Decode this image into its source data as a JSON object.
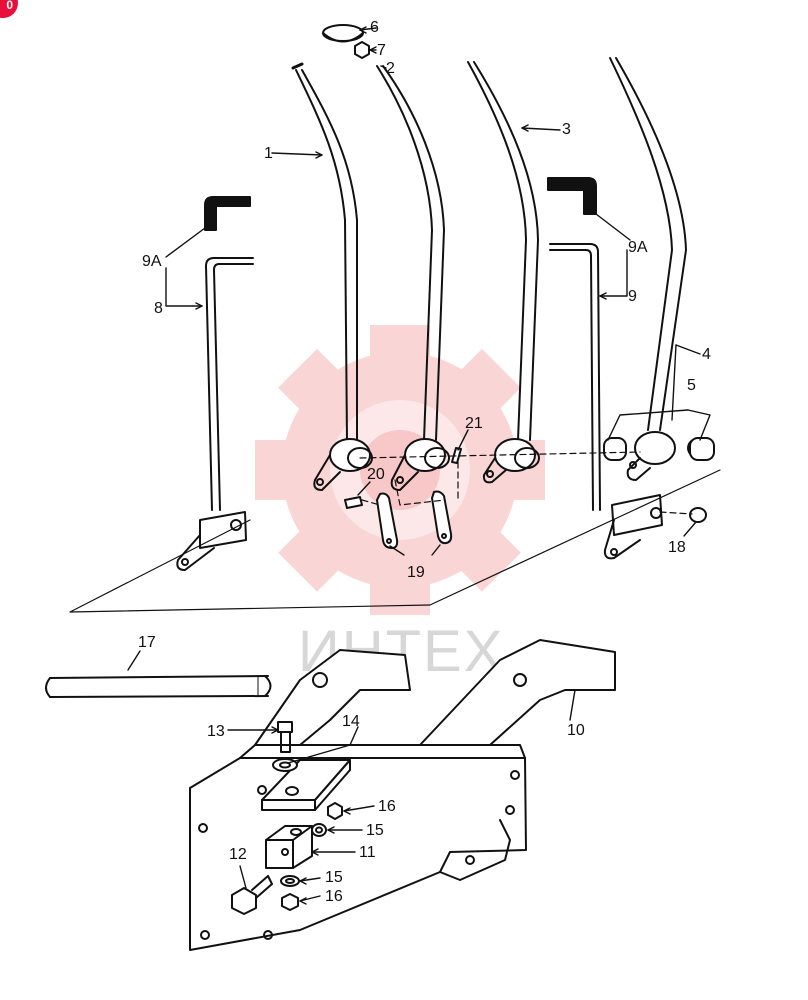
{
  "badge": "0",
  "watermark": {
    "text": "ИНТЕХ",
    "color": "#f08a8a"
  },
  "labels": {
    "l1": "1",
    "l2": "2",
    "l3": "3",
    "l4": "4",
    "l5": "5",
    "l6": "6",
    "l7": "7",
    "l8": "8",
    "l9": "9",
    "l9a_left": "9A",
    "l9a_right": "9A",
    "l10": "10",
    "l11": "11",
    "l12": "12",
    "l13": "13",
    "l14": "14",
    "l15_upper": "15",
    "l15_lower": "15",
    "l16_upper": "16",
    "l16_lower": "16",
    "l17": "17",
    "l18": "18",
    "l19": "19",
    "l20": "20",
    "l21": "21"
  }
}
